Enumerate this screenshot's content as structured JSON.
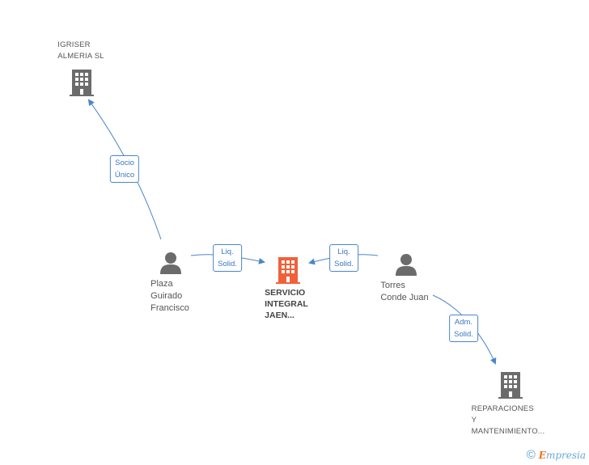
{
  "nodes": {
    "igriser": {
      "lines": [
        "IGRISER",
        "ALMERIA SL"
      ],
      "type": "company"
    },
    "plaza": {
      "lines": [
        "Plaza",
        "Guirado",
        "Francisco"
      ],
      "type": "person"
    },
    "servicio": {
      "lines": [
        "SERVICIO",
        "INTEGRAL",
        "JAEN..."
      ],
      "type": "company-main"
    },
    "torres": {
      "lines": [
        "Torres",
        "Conde Juan"
      ],
      "type": "person"
    },
    "reparaciones": {
      "lines": [
        "REPARACIONES",
        "Y",
        "MANTENIMIENTO..."
      ],
      "type": "company"
    }
  },
  "edges": {
    "socio_unico": {
      "lines": [
        "Socio",
        "Único"
      ]
    },
    "liq_solid_left": {
      "lines": [
        "Liq.",
        "Solid."
      ]
    },
    "liq_solid_right": {
      "lines": [
        "Liq.",
        "Solid."
      ]
    },
    "adm_solid": {
      "lines": [
        "Adm.",
        "Solid."
      ]
    }
  },
  "colors": {
    "company_icon": "#6b6b6b",
    "main_company_icon": "#f0613a",
    "person_icon": "#6b6b6b",
    "edge": "#4a86c8"
  },
  "footer": {
    "copyright": "©",
    "brand_prefix": "E",
    "brand_rest": "mpresia"
  }
}
